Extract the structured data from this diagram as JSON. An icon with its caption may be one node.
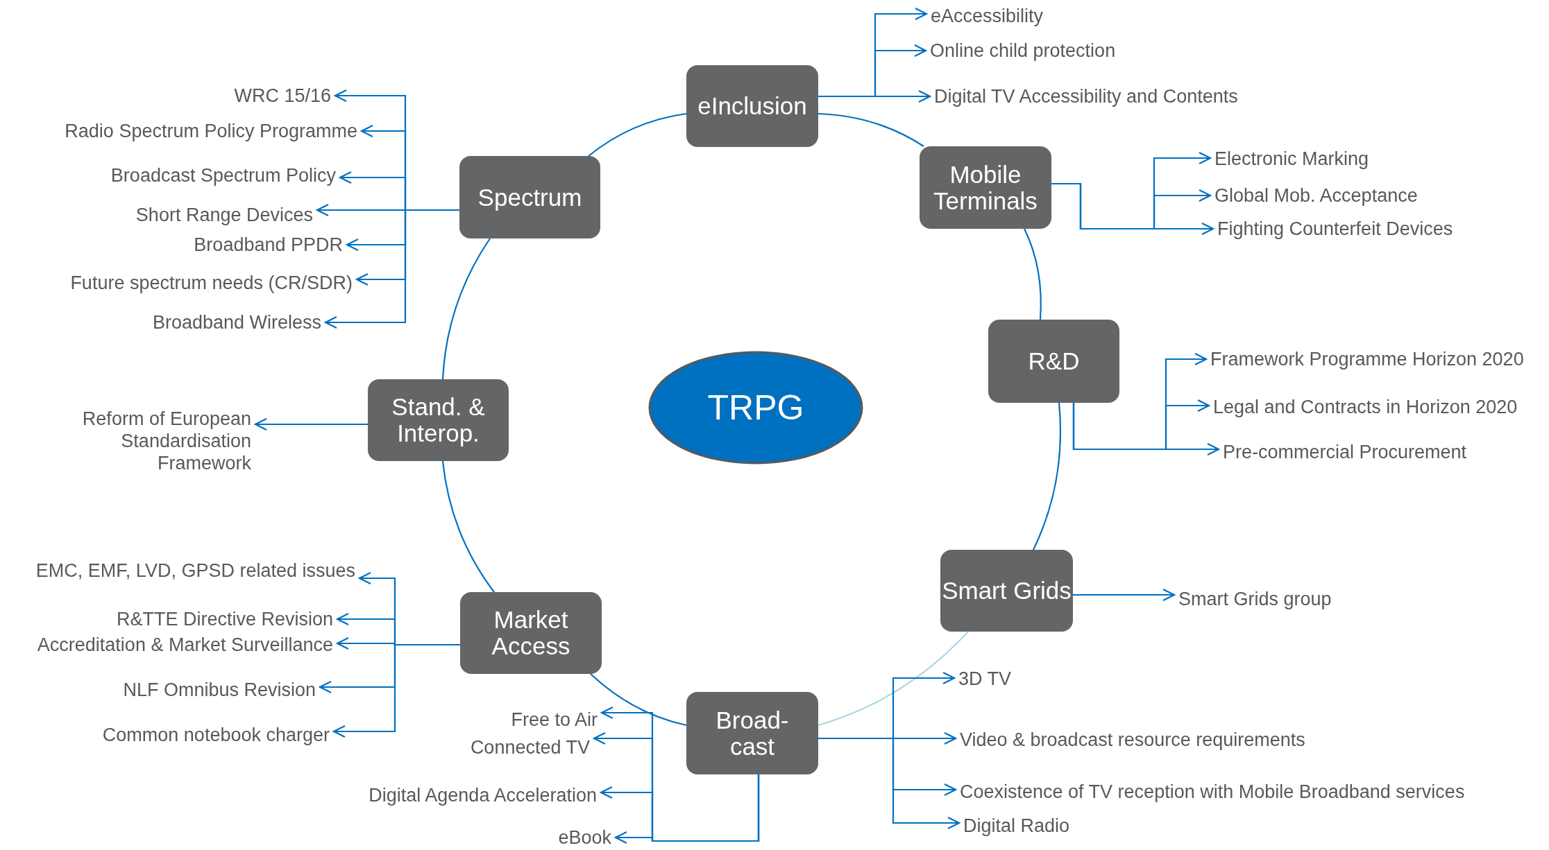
{
  "diagram": {
    "nodes": [
      {
        "text": [
          "TRPG"
        ]
      },
      {
        "text": [
          "eInclusion"
        ]
      },
      {
        "text": [
          "Mobile Terminals"
        ]
      },
      {
        "text": [
          "R&D"
        ]
      },
      {
        "text": [
          "Smart Grids"
        ]
      },
      {
        "text": [
          "Broad- cast"
        ]
      },
      {
        "text": [
          "Market Access"
        ]
      },
      {
        "text": [
          "Stand. & Interop."
        ]
      },
      {
        "text": [
          "Spectrum"
        ]
      },
      {
        "text": [
          "eAccessibility"
        ]
      },
      {
        "text": [
          "Online child protection"
        ]
      },
      {
        "text": [
          "Digital TV Accessibility and Contents"
        ]
      },
      {
        "text": [
          "Electronic Marking"
        ]
      },
      {
        "text": [
          "Global Mob. Acceptance"
        ]
      },
      {
        "text": [
          "Fighting Counterfeit Devices"
        ]
      },
      {
        "text": [
          "Framework Programme Horizon 2020"
        ]
      },
      {
        "text": [
          "Legal and Contracts in Horizon 2020"
        ]
      },
      {
        "text": [
          "Pre-commercial Procurement"
        ]
      },
      {
        "text": [
          "Smart Grids group"
        ]
      },
      {
        "text": [
          "3D TV"
        ]
      },
      {
        "text": [
          "Video & broadcast resource requirements"
        ]
      },
      {
        "text": [
          "Coexistence of TV reception with Mobile Broadband services"
        ]
      },
      {
        "text": [
          "Digital Radio"
        ]
      },
      {
        "text": [
          "Free to Air"
        ]
      },
      {
        "text": [
          "Connected TV"
        ]
      },
      {
        "text": [
          "Digital Agenda Acceleration"
        ]
      },
      {
        "text": [
          "eBook"
        ]
      },
      {
        "text": [
          "EMC, EMF, LVD, GPSD related issues"
        ]
      },
      {
        "text": [
          "R&TTE Directive Revision"
        ]
      },
      {
        "text": [
          "Accreditation & Market Surveillance"
        ]
      },
      {
        "text": [
          "NLF Omnibus Revision"
        ]
      },
      {
        "text": [
          "Common notebook charger"
        ]
      },
      {
        "text": [
          "Reform of European Standardisation Framework"
        ]
      },
      {
        "text": [
          "WRC 15/16"
        ]
      },
      {
        "text": [
          "Radio Spectrum Policy Programme"
        ]
      },
      {
        "text": [
          "Broadcast Spectrum Policy"
        ]
      },
      {
        "text": [
          "Short Range Devices"
        ]
      },
      {
        "text": [
          "Broadband PPDR"
        ]
      },
      {
        "text": [
          "Future spectrum needs (CR/SDR)"
        ]
      },
      {
        "text": [
          "Broadband Wireless"
        ]
      }
    ],
    "edges": [
      {
        "from": 1,
        "to": 2,
        "arrow": "none"
      },
      {
        "from": 2,
        "to": 3,
        "arrow": "none"
      },
      {
        "from": 3,
        "to": 4,
        "arrow": "none"
      },
      {
        "from": 4,
        "to": 5,
        "arrow": "none",
        "color": "#a9d8df"
      },
      {
        "from": 5,
        "to": 6,
        "arrow": "none"
      },
      {
        "from": 6,
        "to": 7,
        "arrow": "none"
      },
      {
        "from": 7,
        "to": 8,
        "arrow": "none"
      },
      {
        "from": 8,
        "to": 1,
        "arrow": "none"
      },
      {
        "from": 1,
        "to": 9,
        "arrow": "to"
      },
      {
        "from": 1,
        "to": 10,
        "arrow": "to"
      },
      {
        "from": 1,
        "to": 11,
        "arrow": "to"
      },
      {
        "from": 2,
        "to": 12,
        "arrow": "to"
      },
      {
        "from": 2,
        "to": 13,
        "arrow": "to"
      },
      {
        "from": 2,
        "to": 14,
        "arrow": "to"
      },
      {
        "from": 3,
        "to": 15,
        "arrow": "to"
      },
      {
        "from": 3,
        "to": 16,
        "arrow": "to"
      },
      {
        "from": 3,
        "to": 17,
        "arrow": "to"
      },
      {
        "from": 4,
        "to": 18,
        "arrow": "to"
      },
      {
        "from": 5,
        "to": 19,
        "arrow": "to"
      },
      {
        "from": 5,
        "to": 20,
        "arrow": "to"
      },
      {
        "from": 5,
        "to": 21,
        "arrow": "to"
      },
      {
        "from": 5,
        "to": 22,
        "arrow": "to"
      },
      {
        "from": 5,
        "to": 23,
        "arrow": "to"
      },
      {
        "from": 5,
        "to": 24,
        "arrow": "to"
      },
      {
        "from": 5,
        "to": 25,
        "arrow": "to"
      },
      {
        "from": 5,
        "to": 26,
        "arrow": "to"
      },
      {
        "from": 6,
        "to": 27,
        "arrow": "to"
      },
      {
        "from": 6,
        "to": 28,
        "arrow": "to"
      },
      {
        "from": 6,
        "to": 29,
        "arrow": "to"
      },
      {
        "from": 6,
        "to": 30,
        "arrow": "to"
      },
      {
        "from": 6,
        "to": 31,
        "arrow": "to"
      },
      {
        "from": 7,
        "to": 32,
        "arrow": "to"
      },
      {
        "from": 8,
        "to": 33,
        "arrow": "to"
      },
      {
        "from": 8,
        "to": 34,
        "arrow": "to"
      },
      {
        "from": 8,
        "to": 35,
        "arrow": "to"
      },
      {
        "from": 8,
        "to": 36,
        "arrow": "to"
      },
      {
        "from": 8,
        "to": 37,
        "arrow": "to"
      },
      {
        "from": 8,
        "to": 38,
        "arrow": "to"
      },
      {
        "from": 8,
        "to": 39,
        "arrow": "to"
      }
    ]
  }
}
